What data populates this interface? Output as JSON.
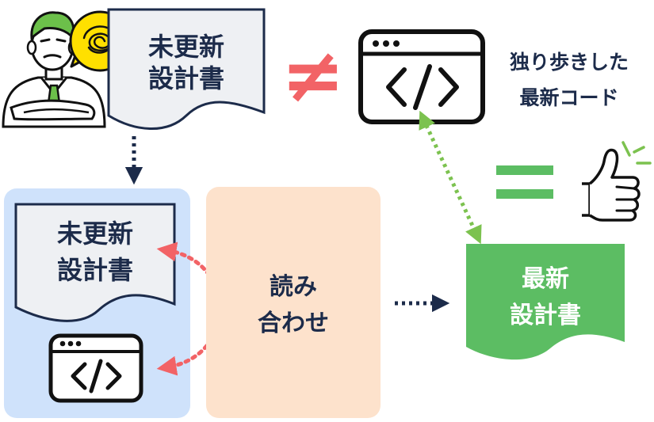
{
  "top_doc": {
    "line1": "未更新",
    "line2": "設計書"
  },
  "not_equal_symbol": "≠",
  "rogue_code": {
    "line1": "独り歩きした",
    "line2": "最新コード"
  },
  "code_glyph": "</>",
  "equal_symbol": "=",
  "left_doc": {
    "line1": "未更新",
    "line2": "設計書"
  },
  "review_box": {
    "line1": "読み",
    "line2": "合わせ"
  },
  "new_doc": {
    "line1": "最新",
    "line2": "設計書"
  },
  "colors": {
    "panel_blue": "#cfe2fb",
    "panel_peach": "#fde2cc",
    "doc_gray": "#eef0f3",
    "navy": "#1c2b4a",
    "red": "#f26366",
    "green": "#5cbd63",
    "green_arrow": "#7cc24f",
    "figure_green": "#6cc04a",
    "bubble_yellow": "#ffe000"
  },
  "icons": [
    "confused-businessman-icon",
    "scribble-thought-icon",
    "code-window-icon",
    "thumbs-up-icon"
  ]
}
